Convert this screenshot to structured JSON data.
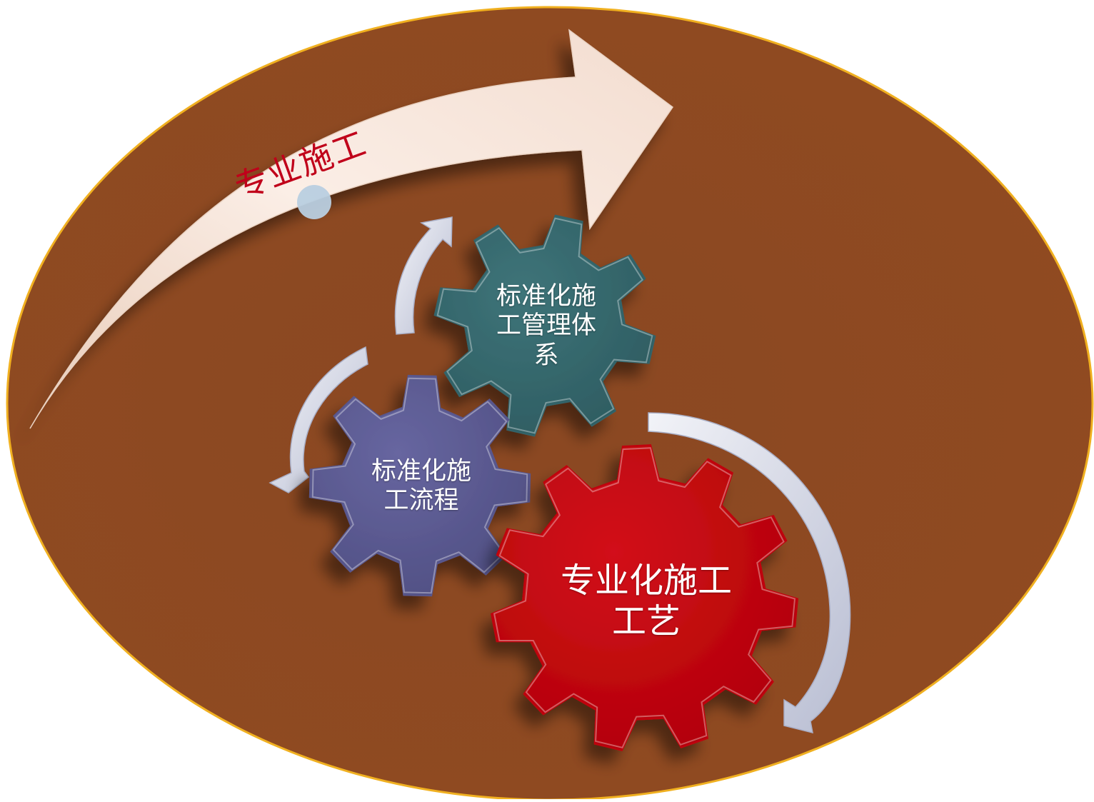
{
  "diagram": {
    "arrow_label": "专业施工",
    "gears": {
      "management": {
        "label": "标准化施\n工管理体\n系",
        "color": "#33646a"
      },
      "process": {
        "label": "标准化施\n工流程",
        "color": "#58578d"
      },
      "craft": {
        "label": "专业化施工\n工艺",
        "color": "#c10008"
      }
    },
    "colors": {
      "ellipse_fill": "#8d4a21",
      "ellipse_border": "#f0b020",
      "arrow_fill": "#f6e6dc",
      "cycle_arrow": "#d7dbea"
    }
  }
}
